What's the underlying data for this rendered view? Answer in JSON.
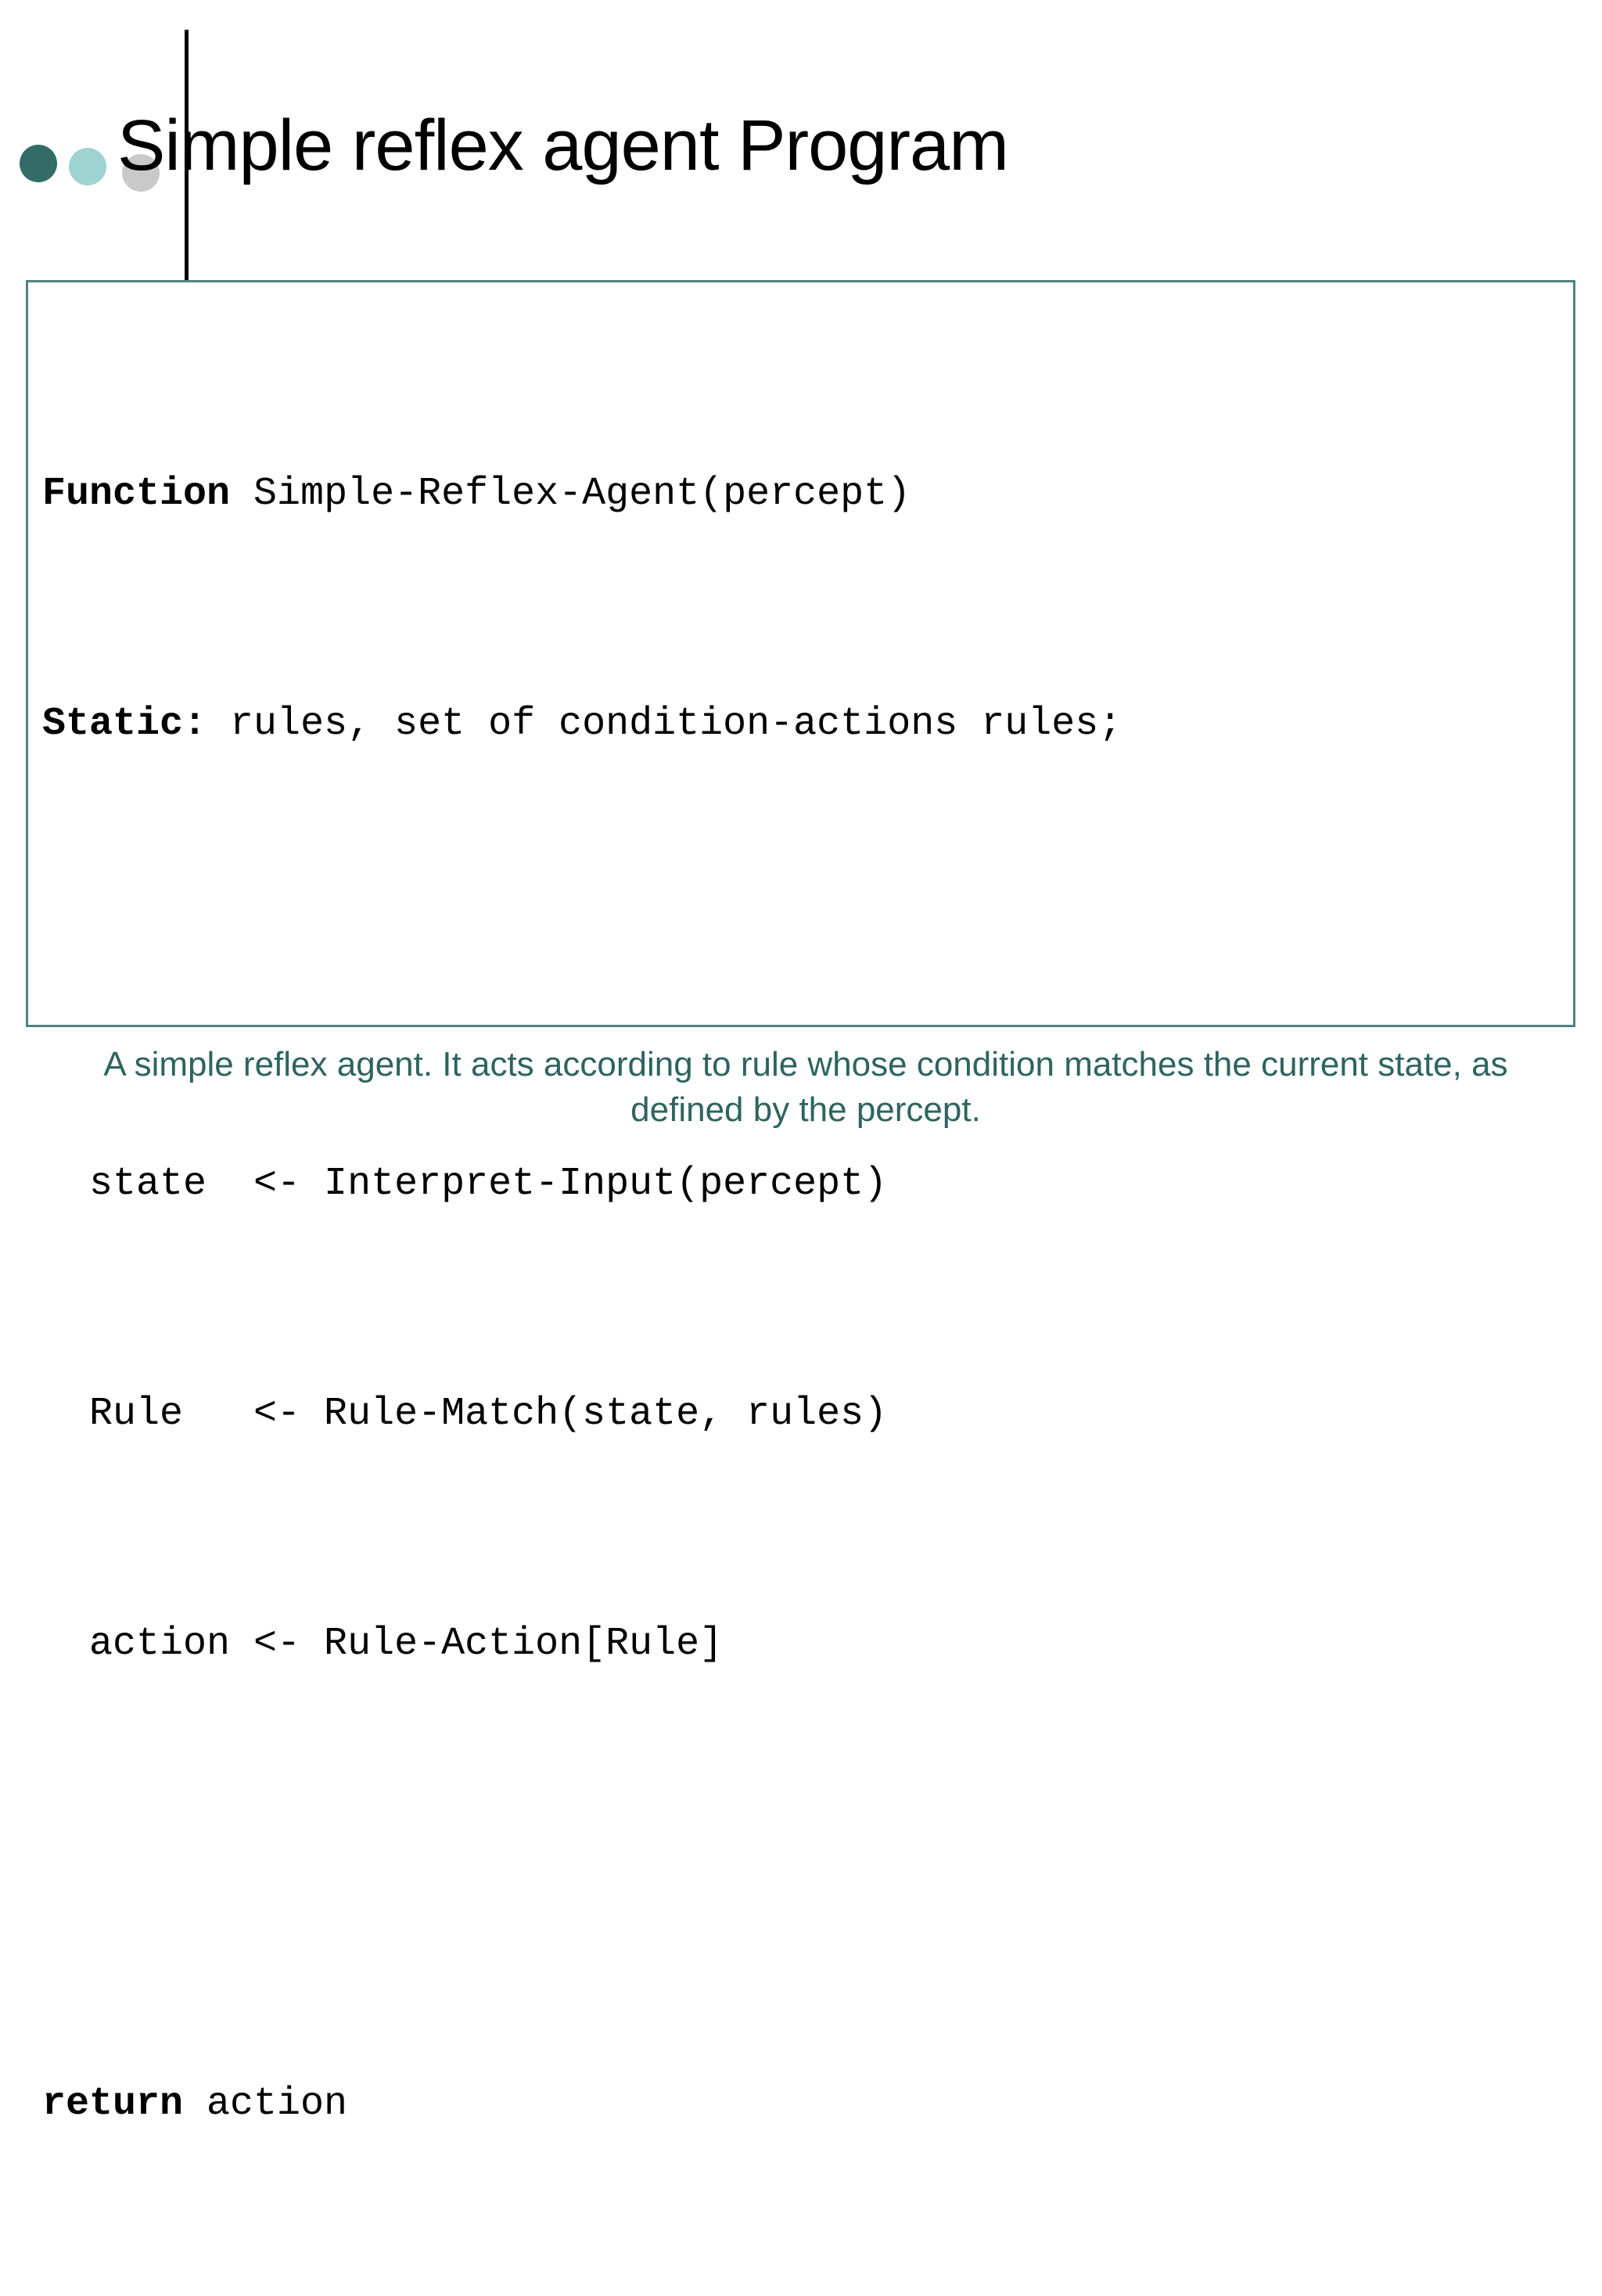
{
  "slide": {
    "title": "Simple reflex agent Program",
    "background_color": "#ffffff"
  },
  "decor": {
    "dots": [
      {
        "name": "dot-dark-teal",
        "color": "#336b66"
      },
      {
        "name": "dot-light-teal",
        "color": "#9ed3d1"
      },
      {
        "name": "dot-gray",
        "color": "#c9c9c9"
      }
    ],
    "vertical_rule_color": "#000000"
  },
  "code_box": {
    "border_color": "#4f8280",
    "lines": [
      {
        "bold": "Function",
        "rest": " Simple-Reflex-Agent(percept)"
      },
      {
        "bold": "Static:",
        "rest": " rules, set of condition-actions rules;"
      },
      {
        "bold": "",
        "rest": ""
      },
      {
        "bold": "",
        "rest": "  state  <- Interpret-Input(percept)"
      },
      {
        "bold": "",
        "rest": "  Rule   <- Rule-Match(state, rules)"
      },
      {
        "bold": "",
        "rest": "  action <- Rule-Action[Rule]"
      },
      {
        "bold": "",
        "rest": ""
      },
      {
        "bold": "return",
        "rest": " action"
      }
    ]
  },
  "caption": {
    "text": "A simple reflex agent. It acts according to rule whose condition matches the current state, as defined by the percept.",
    "color": "#2d6460"
  }
}
